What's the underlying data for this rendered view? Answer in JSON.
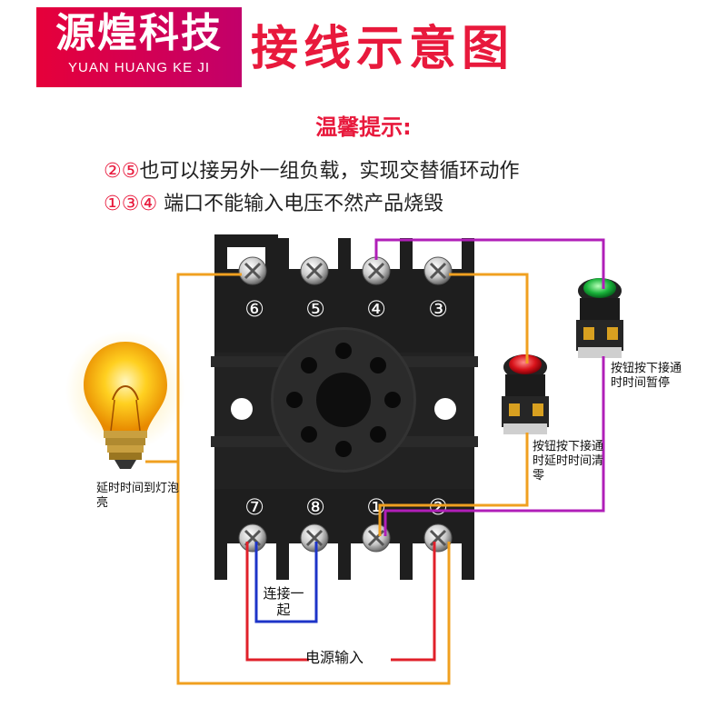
{
  "brand": {
    "name_cn": "源煌科技",
    "name_en": "YUAN HUANG KE JI"
  },
  "title": "接线示意图",
  "tips": {
    "heading": "温馨提示:",
    "line1": {
      "nums": "②⑤",
      "text": "也可以接另外一组负载，实现交替循环动作"
    },
    "line2": {
      "nums": "①③④",
      "text": " 端口不能输入电压不然产品烧毁"
    }
  },
  "terminals": {
    "top": [
      "⑥",
      "⑤",
      "④",
      "③"
    ],
    "bottom": [
      "⑦",
      "⑧",
      "①",
      "②"
    ]
  },
  "labels": {
    "lamp": "延时时间到灯泡亮",
    "red_button": "按钮按下接通时延时时间清零",
    "green_button": "按钮按下接通时时间暂停",
    "connect": "连接一起",
    "power": "电源输入"
  },
  "colors": {
    "brand": "#e6003a",
    "title": "#e8193c",
    "wire_orange": "#f0a020",
    "wire_purple": "#b01fb8",
    "wire_red": "#e0202a",
    "wire_blue": "#1d34c8",
    "socket": "#1e1e1e"
  }
}
